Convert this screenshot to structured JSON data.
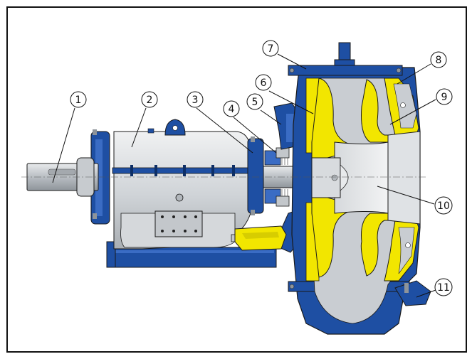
{
  "callouts": [
    {
      "id": "1",
      "label": "1"
    },
    {
      "id": "2",
      "label": "2"
    },
    {
      "id": "3",
      "label": "3"
    },
    {
      "id": "4",
      "label": "4"
    },
    {
      "id": "5",
      "label": "5"
    },
    {
      "id": "6",
      "label": "6"
    },
    {
      "id": "7",
      "label": "7"
    },
    {
      "id": "8",
      "label": "8"
    },
    {
      "id": "9",
      "label": "9"
    },
    {
      "id": "10",
      "label": "10"
    },
    {
      "id": "11",
      "label": "11"
    }
  ],
  "colors": {
    "casing_blue": "#1e4fa3",
    "casing_blue_dark": "#153d80",
    "liner_yellow": "#f2e600",
    "metal_grey": "#c9cdd2",
    "metal_grey_light": "#e1e4e7",
    "metal_grey_dark": "#8e949a",
    "outline": "#1a1a1a"
  }
}
